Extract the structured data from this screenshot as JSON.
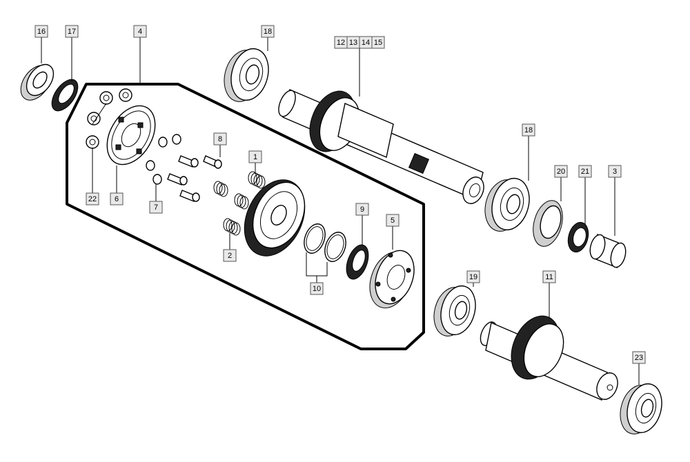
{
  "diagram": {
    "labels": {
      "l1": "1",
      "l2": "2",
      "l3": "3",
      "l4": "4",
      "l5": "5",
      "l6": "6",
      "l7": "7",
      "l8": "8",
      "l9": "9",
      "l10": "10",
      "l11": "11",
      "l12": "12",
      "l13": "13",
      "l14": "14",
      "l15": "15",
      "l16": "16",
      "l17": "17",
      "l18a": "18",
      "l18b": "18",
      "l19": "19",
      "l20": "20",
      "l21": "21",
      "l22": "22",
      "l23": "23"
    }
  }
}
